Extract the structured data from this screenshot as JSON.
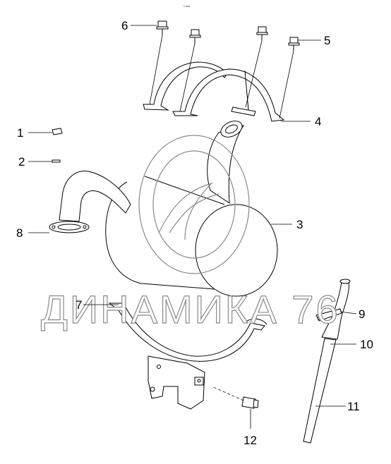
{
  "figure": {
    "header_mark": "Ч.мм",
    "watermark": "ДИНАМИКА 76"
  },
  "callouts": [
    {
      "id": "1",
      "label": "1",
      "part": "nut"
    },
    {
      "id": "2",
      "label": "2",
      "part": "spring-washer"
    },
    {
      "id": "3",
      "label": "3",
      "part": "muffler"
    },
    {
      "id": "4",
      "label": "4",
      "part": "clamp"
    },
    {
      "id": "5",
      "label": "5",
      "part": "bolt"
    },
    {
      "id": "6",
      "label": "6",
      "part": "bolt"
    },
    {
      "id": "7",
      "label": "7",
      "part": "lower-clamp"
    },
    {
      "id": "8",
      "label": "8",
      "part": "gasket"
    },
    {
      "id": "9",
      "label": "9",
      "part": "tube-bracket"
    },
    {
      "id": "10",
      "label": "10",
      "part": "tube-sleeve"
    },
    {
      "id": "11",
      "label": "11",
      "part": "tailpipe"
    },
    {
      "id": "12",
      "label": "12",
      "part": "bolt"
    }
  ]
}
